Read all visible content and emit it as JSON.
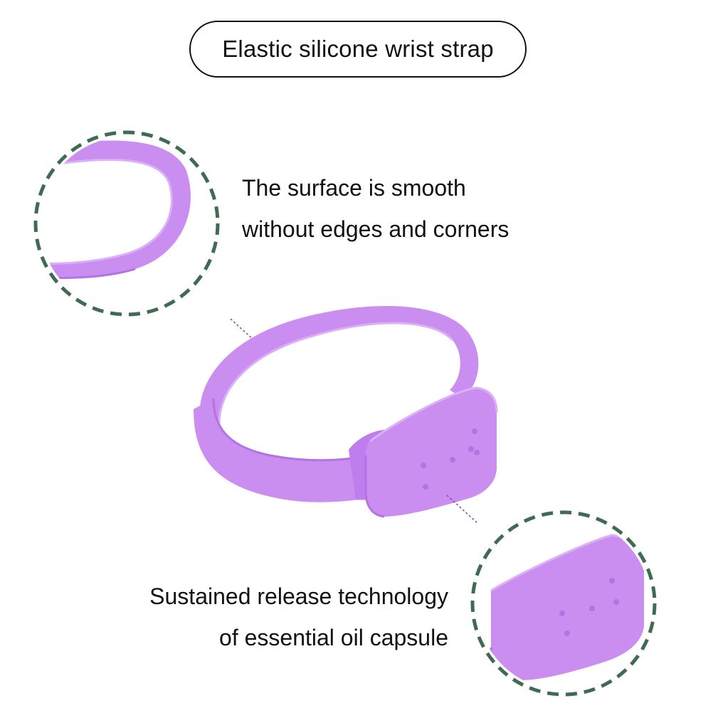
{
  "title": "Elastic silicone wrist strap",
  "feature_surface": {
    "line1": "The surface is smooth",
    "line2": "without edges and corners"
  },
  "feature_capsule": {
    "line1": "Sustained release technology",
    "line2": "of essential oil capsule"
  },
  "colors": {
    "strap": "#c98ef0",
    "strap_dark": "#b274e2",
    "strap_light": "#dcb0f7",
    "circle_border": "#3f6b53",
    "pointer": "#8a3fb8"
  }
}
